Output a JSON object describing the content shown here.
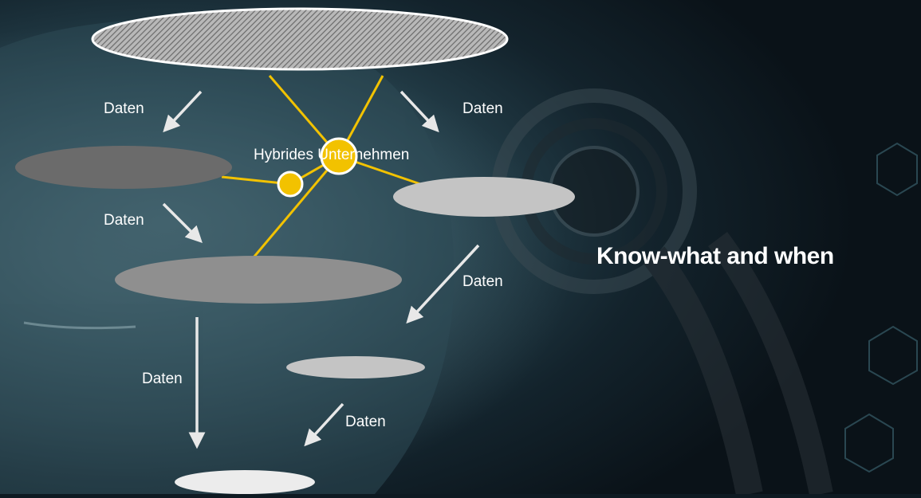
{
  "diagram": {
    "hub_label": "Hybrides Unternehmen",
    "edge_label": "Daten",
    "headline": "Know-what and when"
  },
  "colors": {
    "connector": "#f2c200",
    "hub_fill": "#f2c200",
    "arrow": "#e8e8e8",
    "node_dark": "#6b6b6b",
    "node_mid": "#8f8f8f",
    "node_light": "#c4c4c4",
    "node_white": "#ececec",
    "text": "#ffffff"
  }
}
